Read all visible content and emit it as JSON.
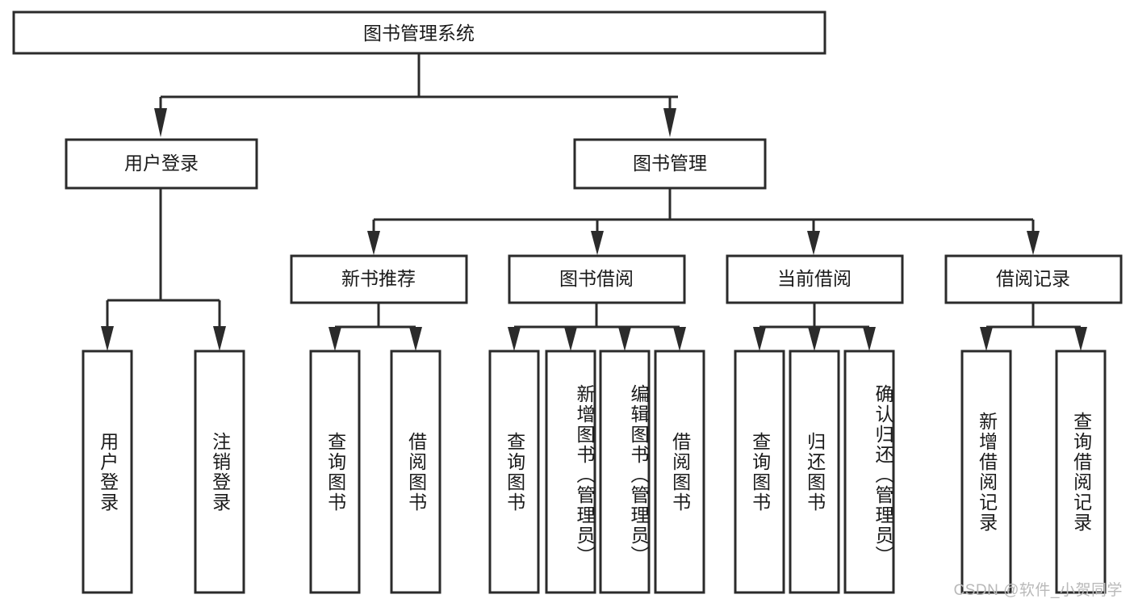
{
  "diagram": {
    "type": "tree-hierarchy",
    "title": "图书管理系统",
    "orientation": "top-down",
    "levels": 4,
    "colors": {
      "box_fill": "#ffffff",
      "box_stroke": "#2b2b2b",
      "text": "#1a1a1a",
      "watermark": "#b9b9b9",
      "background": "#ffffff"
    }
  },
  "root": {
    "label": "图书管理系统"
  },
  "level2": [
    {
      "label": "用户登录"
    },
    {
      "label": "图书管理"
    }
  ],
  "level3": [
    {
      "label": "新书推荐"
    },
    {
      "label": "图书借阅"
    },
    {
      "label": "当前借阅"
    },
    {
      "label": "借阅记录"
    }
  ],
  "leaves": {
    "user_login": [
      {
        "label": "用户登录"
      },
      {
        "label": "注销登录"
      }
    ],
    "new_book": [
      {
        "label": "查询图书"
      },
      {
        "label": "借阅图书"
      }
    ],
    "book_borrow": [
      {
        "label": "查询图书"
      },
      {
        "label": "新增图书（管理员）"
      },
      {
        "label": "编辑图书（管理员）"
      },
      {
        "label": "借阅图书"
      }
    ],
    "current_borrow": [
      {
        "label": "查询图书"
      },
      {
        "label": "归还图书"
      },
      {
        "label": "确认归还（管理员）"
      }
    ],
    "borrow_record": [
      {
        "label": "新增借阅记录"
      },
      {
        "label": "查询借阅记录"
      }
    ]
  },
  "watermark": {
    "text": "CSDN @软件_小贺同学"
  }
}
